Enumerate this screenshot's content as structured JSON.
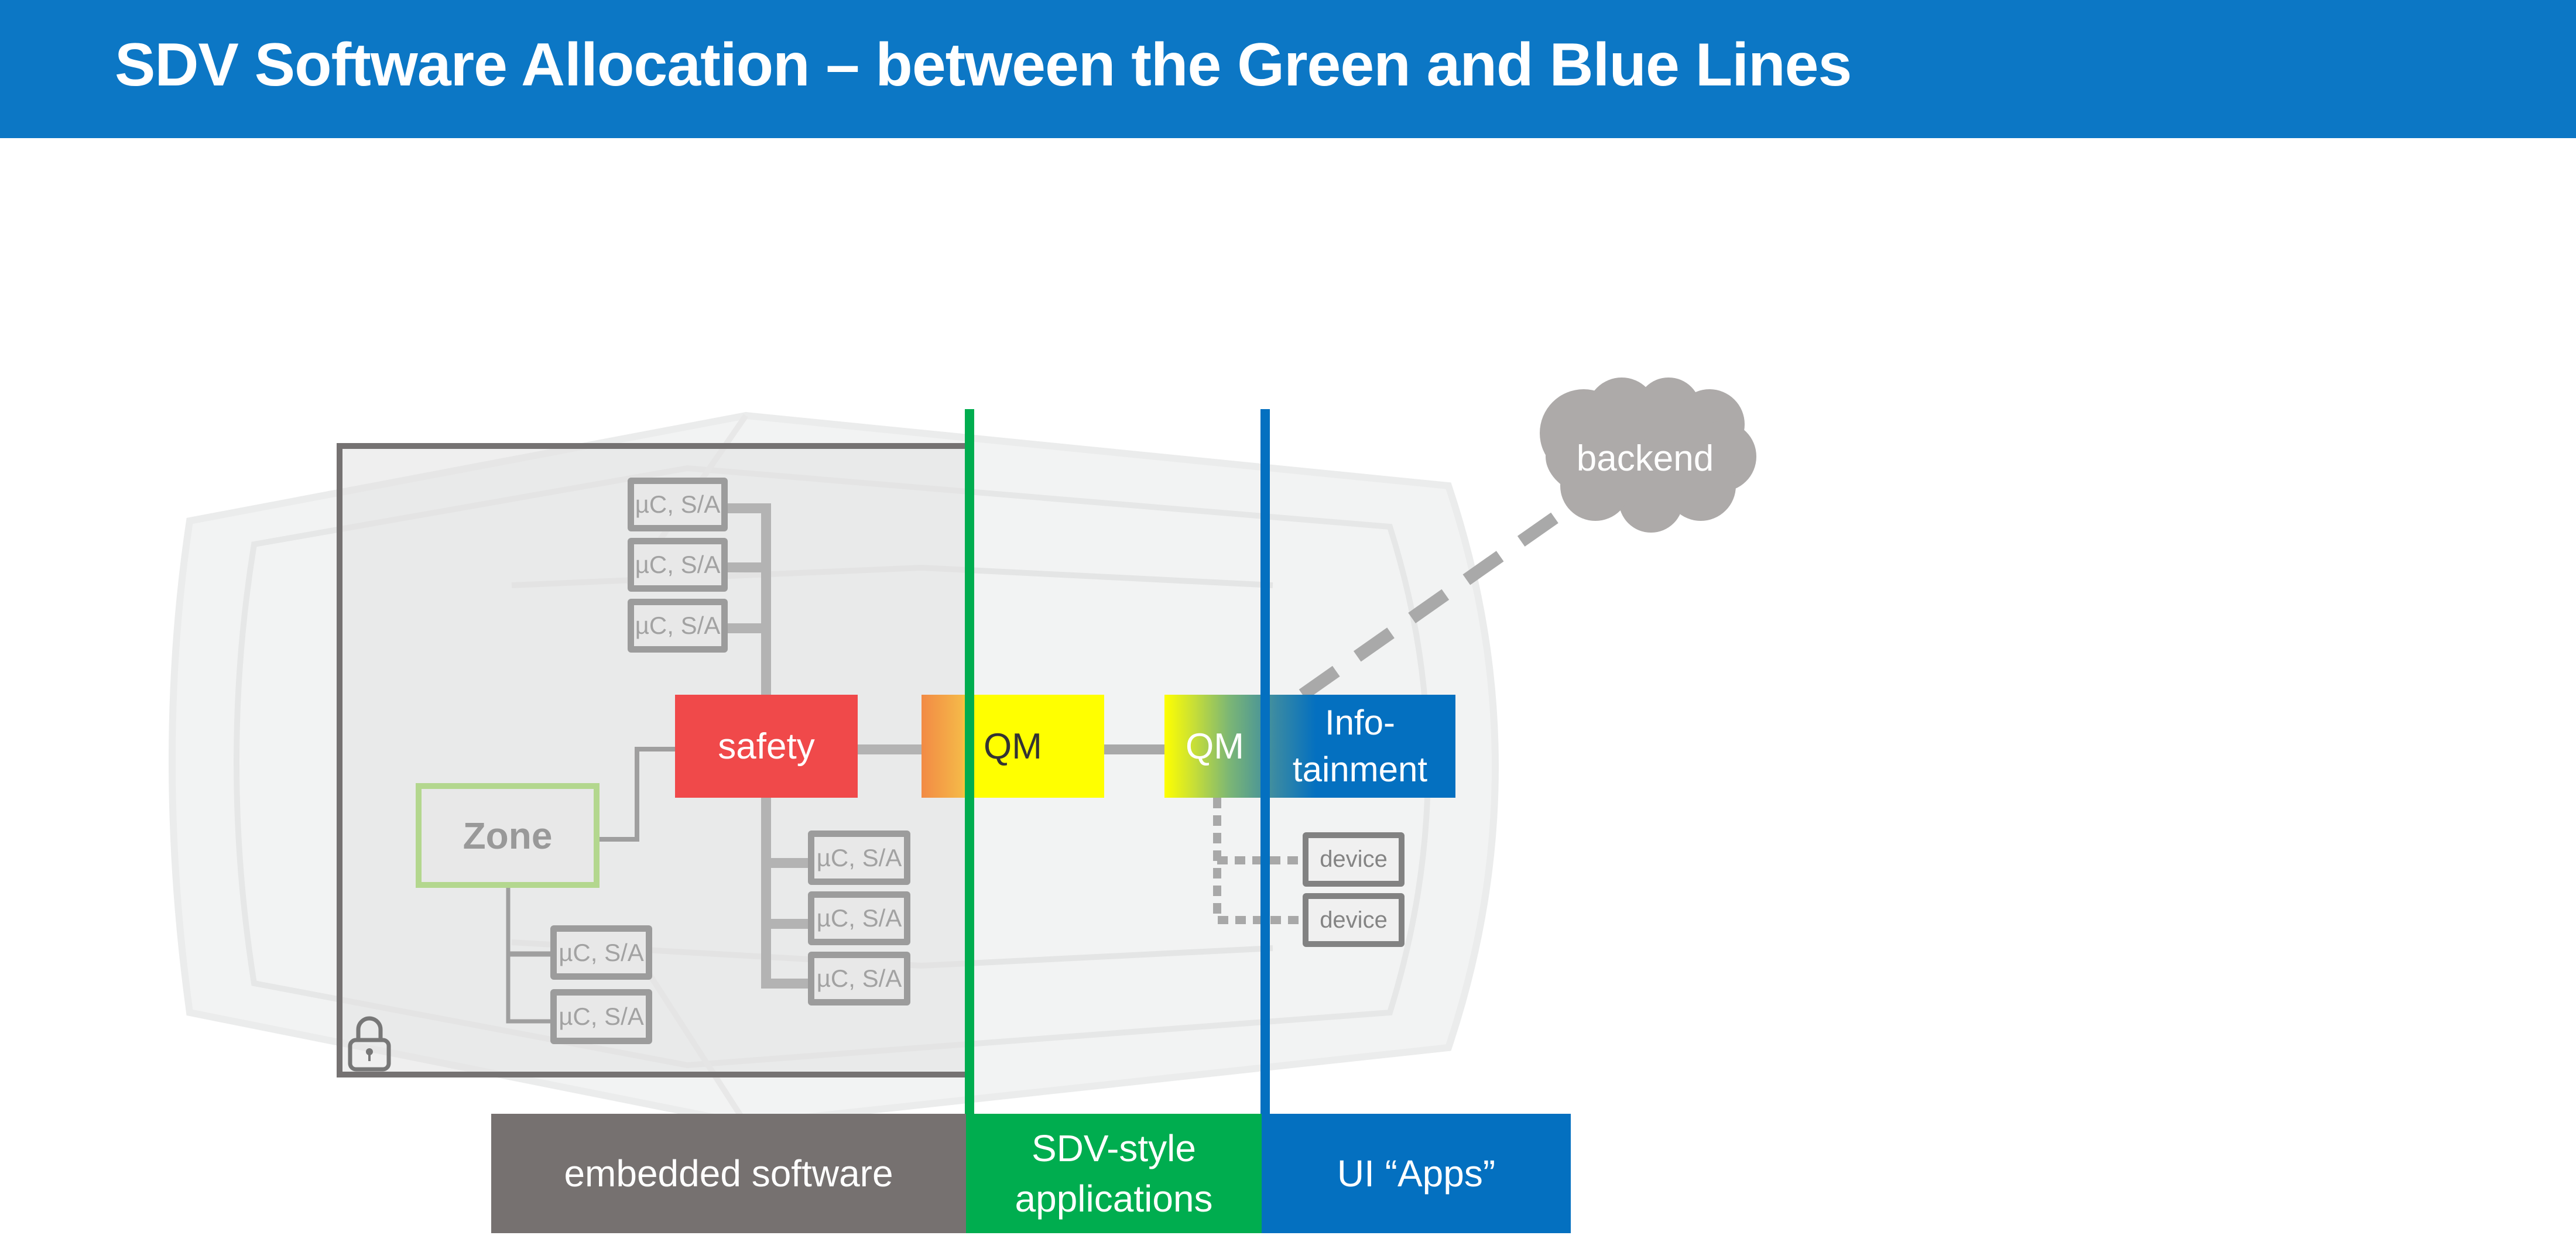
{
  "header": {
    "title": "SDV Software Allocation – between the Green and Blue Lines"
  },
  "colors": {
    "header_blue": "#0c77c5",
    "green_line": "#00ad4f",
    "blue_line": "#0470c0",
    "safety_red": "#f0494a",
    "qm_yellow": "#ffff00",
    "zone_green": "#b3d78e",
    "embedded_gray": "#767170",
    "cloud_gray": "#adaaa9"
  },
  "diagram": {
    "zone_label": "Zone",
    "safety_label": "safety",
    "qm_left_label": "QM",
    "qm_right_label": "QM",
    "infotainment_line1": "Info-",
    "infotainment_line2": "tainment",
    "backend_label": "backend",
    "lock_icon": "lock-icon",
    "uc_top": [
      "µC, S/A",
      "µC, S/A",
      "µC, S/A"
    ],
    "uc_bottom_right": [
      "µC, S/A",
      "µC, S/A",
      "µC, S/A"
    ],
    "uc_bottom_left": [
      "µC, S/A",
      "µC, S/A"
    ],
    "devices": [
      "device",
      "device"
    ]
  },
  "categories": {
    "embedded": "embedded software",
    "sdv_line1": "SDV-style",
    "sdv_line2": "applications",
    "ui_apps": "UI “Apps”"
  }
}
